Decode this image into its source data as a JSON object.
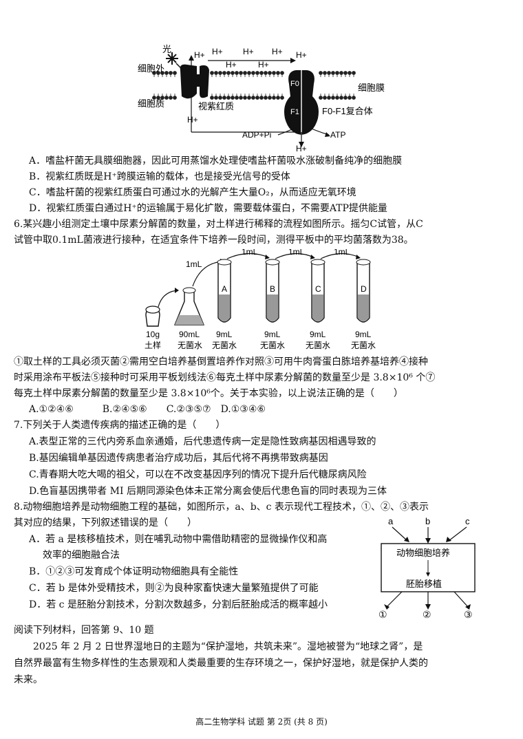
{
  "fig5": {
    "light": "光",
    "outside": "细胞外",
    "cytoplasm": "细胞质",
    "rhodopsin": "视紫红质",
    "membrane": "细胞膜",
    "f0": "F0",
    "f1": "F1",
    "complex": "F0-F1复合体",
    "adp": "ADP+Pi",
    "atp": "ATP",
    "h": "H+"
  },
  "q5_options": [
    "A．嗜盐杆菌无具膜细胞器，因此可用蒸馏水处理使嗜盐杆菌吸水涨破制备纯净的细胞膜",
    "B．视紫红质既是H⁺跨膜运输的载体，也是接受光信号的受体",
    "C．嗜盐杆菌的视紫红质蛋白可通过水的光解产生大量O₂，从而适应无氧环境",
    "D．视紫红质蛋白通过H⁺的运输属于易化扩散，需要载体蛋白，不需要ATP提供能量"
  ],
  "q6_stem": [
    "6.某兴趣小组测定土壤中尿素分解菌的数量，对土样进行稀释的流程如图所示。摇匀C试管，从C",
    "试管中取0.1mL菌液进行接种，在适宜条件下培养一段时间，测得平板中的平均菌落数为38。"
  ],
  "fig6": {
    "transfer_1": "1mL",
    "transfer_2": "1mL",
    "transfer_3": "1mL",
    "transfer_4": "1mL",
    "sample_amount": "10g",
    "sample_name": "土样",
    "flask_amount": "90mL",
    "flask_name": "无菌水",
    "tubes": [
      {
        "label": "A",
        "amount": "9mL",
        "name": "无菌水"
      },
      {
        "label": "B",
        "amount": "9mL",
        "name": "无菌水"
      },
      {
        "label": "C",
        "amount": "9mL",
        "name": "无菌水"
      },
      {
        "label": "D",
        "amount": "9mL",
        "name": "无菌水"
      }
    ]
  },
  "q6_statements": [
    "①取土样的工具必须灭菌②需用空白培养基倒置培养作对照③可用牛肉膏蛋白胨培养基培养④接种",
    "时采用涂布平板法⑤接种时可采用平板划线法⑥每克土样中尿素分解菌的数量至少是 3.8×10⁶ 个⑦",
    "每克土样中尿素分解菌的数量至少是 3.8×10⁶个。关于本实验，以上说法正确的是（　　）"
  ],
  "q6_options": "A.①②④⑥　　　B.②④⑤⑥　　C.②③⑤⑦　D.①③④⑥",
  "q7_stem": "7.下列关于人类遗传疾病的描述正确的是（　　）",
  "q7_options": [
    "A.表型正常的三代内旁系血亲通婚，后代患遗传病一定是隐性致病基因相遇导致的",
    "B.基因编辑单基因遗传病患者治疗成功后，其后代将不再携带致病基因",
    "C.青春期大吃大喝的祖父，可以在不改变基因序列的情况下提升后代糖尿病风险",
    "D.色盲基因携带者 MI 后期同源染色体未正常分离会使后代患色盲的同时表现为三体"
  ],
  "q8_stem": [
    "8.动物细胞培养是动物细胞工程的基础，如图所示，a、b、c 表示现代工程技术，①、②、③表示",
    "其对应的结果，下列叙述错误的是（　　）"
  ],
  "q8_options": [
    "A．若 a 是核移植技术，则在哺乳动物中需借助精密的显微操作仪和高",
    "效率的细胞融合法",
    "B．①②③可发育成个体证明动物细胞具有全能性",
    "C．若 b 是体外受精技术，则②为良种家畜快速大量繁殖提供了可能",
    "D．若 c 是胚胎分割技术，分割次数越多，分割后胚胎成活的概率越小"
  ],
  "fig8": {
    "a": "a",
    "b": "b",
    "c": "c",
    "box_top": "动物细胞培养",
    "box_bottom": "胚胎移植",
    "r1": "①",
    "r2": "②",
    "r3": "③"
  },
  "reading_intro": "阅读下列材料，回答第 9、10 题",
  "passage": [
    "　　2025 年 2 月 2 日世界湿地日的主题为“保护湿地，共筑未来”。湿地被誉为“地球之肾”，是",
    "自然界最富有生物多样性的生态景观和人类最重要的生存环境之一，保护好湿地，就是保护人类的",
    "未来。"
  ],
  "footer": "高二生物学科  试题  第 2页 (共 8 页)"
}
